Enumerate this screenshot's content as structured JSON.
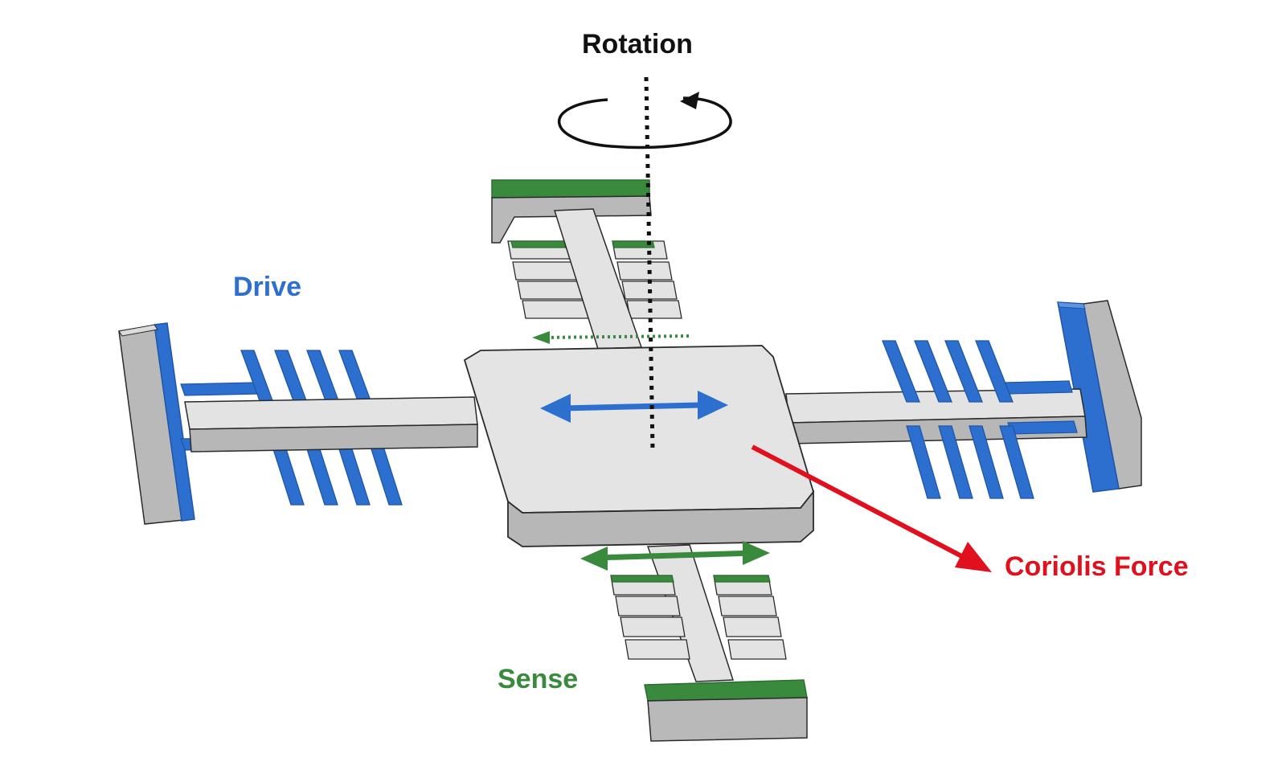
{
  "labels": {
    "rotation": "Rotation",
    "drive": "Drive",
    "coriolis": "Coriolis Force",
    "sense": "Sense"
  },
  "colors": {
    "drive": "#2d6fcf",
    "drive_dark": "#1f55a8",
    "sense": "#3a8a3e",
    "sense_dark": "#2b6e2f",
    "coriolis": "#e0101e",
    "structure_top": "#e6e6e6",
    "structure_side": "#b5b5b5",
    "outline": "#2a2a2a",
    "text": "#111111"
  },
  "icons": {
    "rotation": "circular-arrow-icon",
    "drive_motion": "double-headed-arrow-icon",
    "sense_motion": "double-headed-arrow-icon",
    "coriolis": "arrow-icon"
  }
}
